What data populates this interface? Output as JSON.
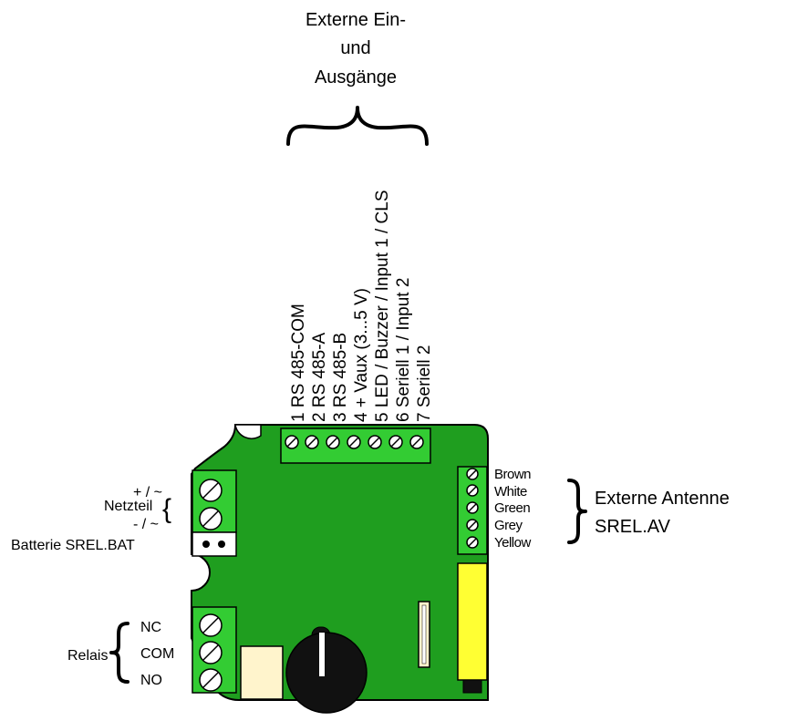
{
  "top_label": [
    "Externe Ein-",
    "und",
    "Ausgänge"
  ],
  "pins": [
    "1 RS 485-COM",
    "2 RS 485-A",
    "3 RS 485-B",
    "4 + Vaux (3...5 V)",
    "5 LED / Buzzer / Input 1 / CLS",
    "6 Seriell 1 / Input 2",
    "7 Seriell 2"
  ],
  "netzteil": {
    "label": "Netzteil",
    "plus": "+ / ~",
    "minus": "- / ~"
  },
  "batterie": {
    "label": "Batterie SREL.BAT"
  },
  "relais": {
    "label": "Relais",
    "contacts": [
      "NC",
      "COM",
      "NO"
    ]
  },
  "antenna": {
    "wires": [
      "Brown",
      "White",
      "Green",
      "Grey",
      "Yellow"
    ],
    "label": [
      "Externe Antenne",
      "SREL.AV"
    ]
  },
  "colors": {
    "pcb": "#1f9e1f",
    "terminal": "#33cc33",
    "component_yellow": "#ffff33",
    "connector_beige": "#fff4cc"
  }
}
